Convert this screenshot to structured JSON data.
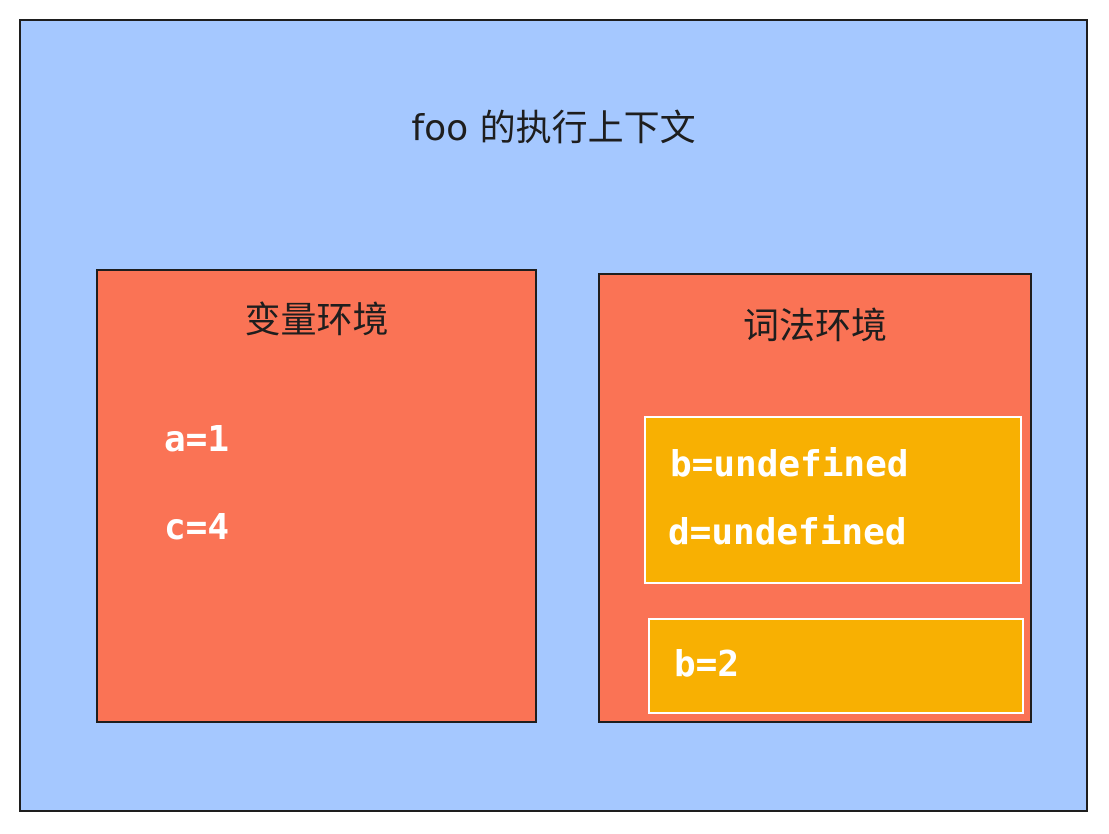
{
  "title": "foo 的执行上下文",
  "variable_env": {
    "title": "变量环境",
    "items": [
      "a=1",
      "c=4"
    ]
  },
  "lexical_env": {
    "title": "词法环境",
    "block1": [
      "b=undefined",
      "d=undefined"
    ],
    "block2": [
      "b=2"
    ]
  },
  "colors": {
    "outer": "#a5c8ff",
    "panel": "#fa7355",
    "block": "#f8b002",
    "text": "#1e1e1e",
    "var_text": "#ffffff"
  }
}
